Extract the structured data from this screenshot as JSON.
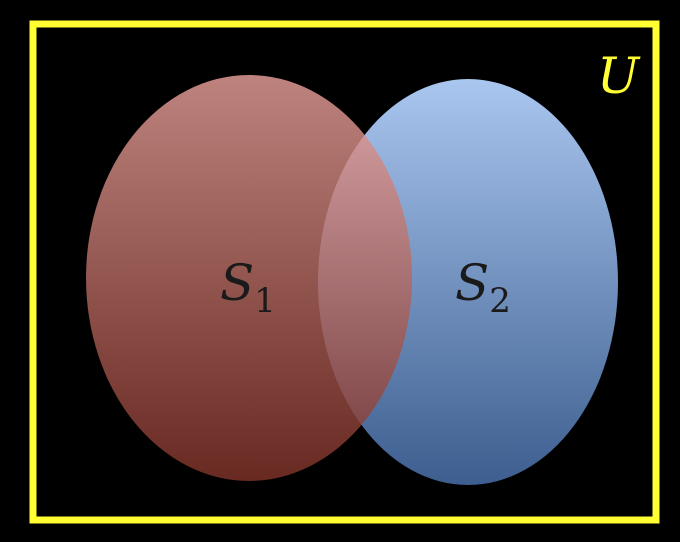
{
  "universe": {
    "label": "U",
    "border_color": "#ffff33"
  },
  "sets": [
    {
      "name": "S",
      "subscript": "1",
      "color_top": "#e8a09a",
      "color_bottom": "#7e3228"
    },
    {
      "name": "S",
      "subscript": "2",
      "color_top": "#a9c6ef",
      "color_bottom": "#3d5e8f"
    }
  ],
  "background_color": "#000000"
}
